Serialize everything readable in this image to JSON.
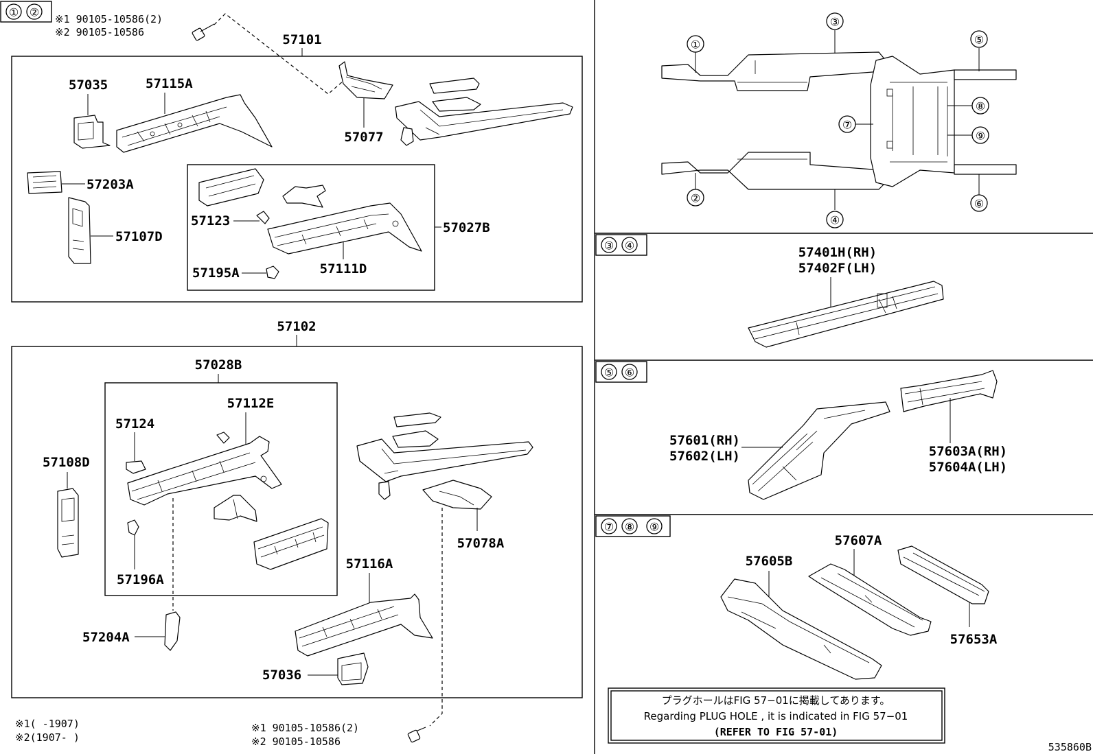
{
  "section_tags": {
    "s12": [
      "①",
      "②"
    ],
    "s34": [
      "③",
      "④"
    ],
    "s56": [
      "⑤",
      "⑥"
    ],
    "s789": [
      "⑦",
      "⑧",
      "⑨"
    ]
  },
  "bolt_top": {
    "line1": "※1 90105-10586(2)",
    "line2": "※2 90105-10586"
  },
  "bolt_bottom": {
    "line1": "※1 90105-10586(2)",
    "line2": "※2 90105-10586"
  },
  "footnotes": {
    "n1": "※1(     -1907)",
    "n2": "※2(1907-     )"
  },
  "group_a": {
    "title": "57101",
    "parts": {
      "p57035": "57035",
      "p57115A": "57115A",
      "p57077": "57077",
      "p57203A": "57203A",
      "p57107D": "57107D",
      "p57123": "57123",
      "p57027B": "57027B",
      "p57195A": "57195A",
      "p57111D": "57111D"
    }
  },
  "group_b": {
    "title": "57102",
    "parts": {
      "p57028B": "57028B",
      "p57112E": "57112E",
      "p57124": "57124",
      "p57108D": "57108D",
      "p57196A": "57196A",
      "p57204A": "57204A",
      "p57116A": "57116A",
      "p57036": "57036",
      "p57078A": "57078A"
    }
  },
  "overview": {
    "callouts": [
      "①",
      "②",
      "③",
      "④",
      "⑤",
      "⑥",
      "⑦",
      "⑧",
      "⑨"
    ]
  },
  "rocker": {
    "rh": "57401H(RH)",
    "lh": "57402F(LH)"
  },
  "rear_side": {
    "p57601": "57601(RH)",
    "p57602": "57602(LH)",
    "p57603A": "57603A(RH)",
    "p57604A": "57604A(LH)"
  },
  "floor": {
    "p57607A": "57607A",
    "p57605B": "57605B",
    "p57653A": "57653A"
  },
  "note": {
    "jp": "プラグホールはFIG 57−01に掲載してあります。",
    "en": "Regarding  PLUG  HOLE , it is indicated in  FIG  57−01",
    "ref": "(REFER TO FIG 57-01)"
  },
  "figure_id": "535860B"
}
